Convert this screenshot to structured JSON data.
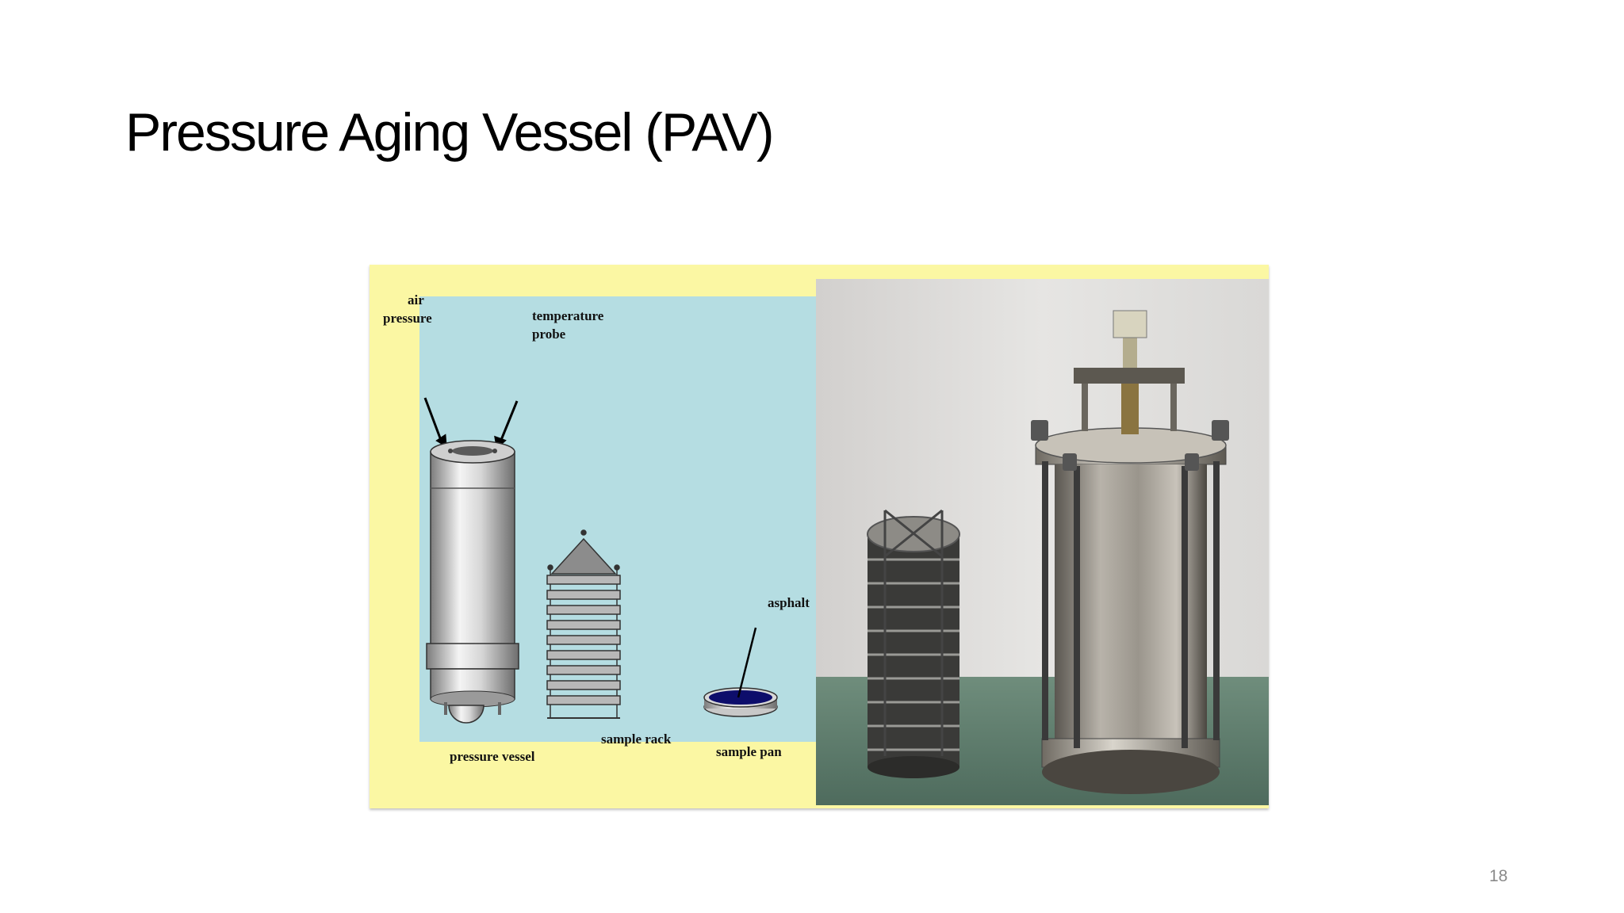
{
  "slide": {
    "title": "Pressure Aging Vessel (PAV)",
    "page_number": "18"
  },
  "diagram": {
    "labels": {
      "air_pressure_line1": "air",
      "air_pressure_line2": "pressure",
      "temperature_probe_line1": "temperature",
      "temperature_probe_line2": "probe",
      "asphalt": "asphalt",
      "pressure_vessel": "pressure vessel",
      "sample_rack": "sample rack",
      "sample_pan": "sample pan"
    },
    "colors": {
      "frame": "#fbf7a3",
      "panel": "#b5dde2",
      "asphalt": "#0d0d6b"
    }
  }
}
